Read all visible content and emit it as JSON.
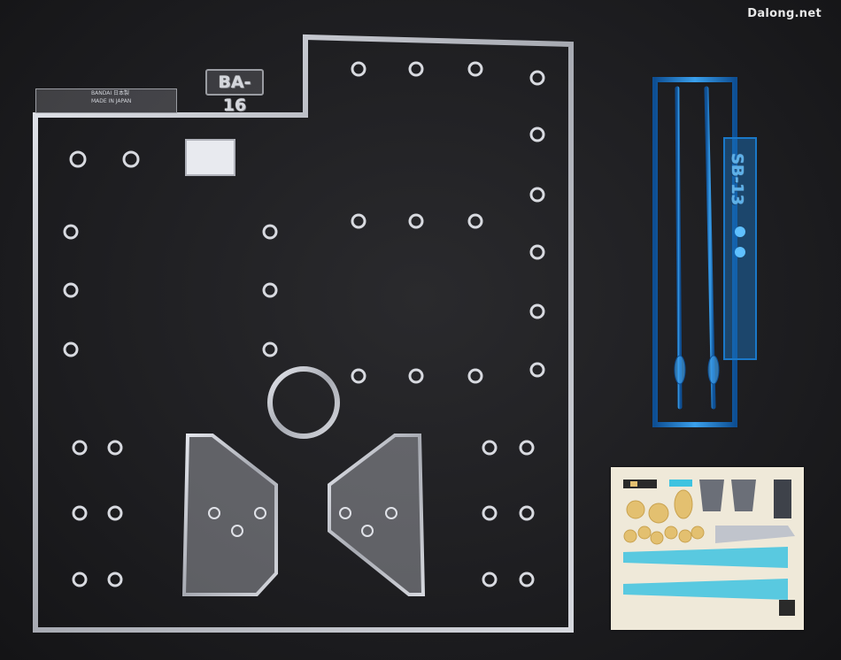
{
  "watermark": "Dalong.net",
  "runner_a": {
    "label": "BA-16",
    "plate_line1": "BANDAI 日本製",
    "plate_line2": "MADE IN JAPAN"
  },
  "runner_b": {
    "label": "SB-13",
    "color": "#1a78c8"
  },
  "colors": {
    "background": "#1c1c1e",
    "clear_plastic": "#c9ccd4",
    "blue_plastic": "#1a78c8",
    "decal_paper": "#efe9d9",
    "decal_gold": "#e3c070",
    "decal_cyan": "#3ec3e0"
  }
}
